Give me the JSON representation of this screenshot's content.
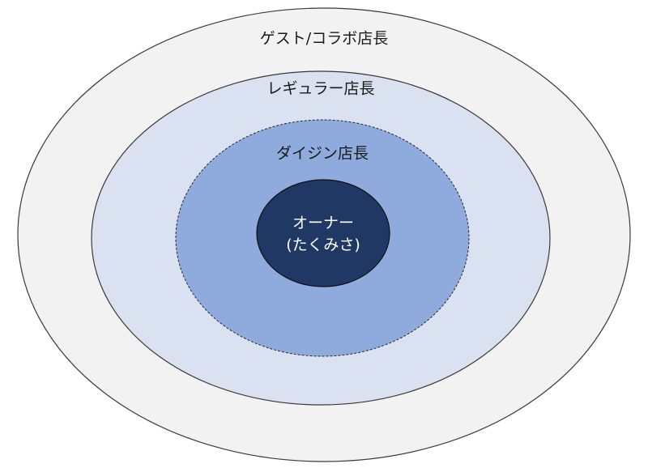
{
  "rings": [
    {
      "label": "ゲスト/コラボ店長",
      "fill": "#f2f2f2",
      "stroke": "#3a3a3a"
    },
    {
      "label": "レギュラー店長",
      "fill": "#dae1f0",
      "stroke": "#3a3a3a"
    },
    {
      "label": "ダイジン店長",
      "fill": "#8faadc",
      "stroke": "#2a2a2a"
    }
  ],
  "core": {
    "line1": "オーナー",
    "line2": "(たくみさ)",
    "fill": "#1f3864",
    "stroke": "#111111"
  }
}
